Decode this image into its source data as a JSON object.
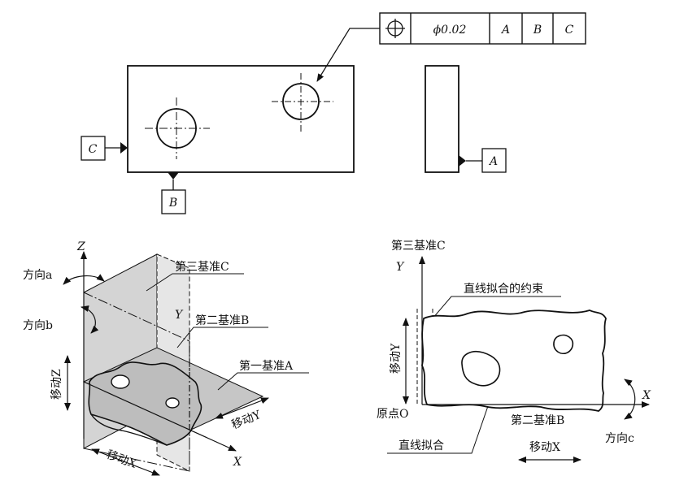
{
  "fcf": {
    "tolerance": "ϕ0.02",
    "datum_primary": "A",
    "datum_secondary": "B",
    "datum_tertiary": "C"
  },
  "datum_markers": {
    "c": "C",
    "b": "B",
    "a": "A"
  },
  "iso_view": {
    "axis_z": "Z",
    "axis_y": "Y",
    "axis_x": "X",
    "direction_a": "方向a",
    "direction_b": "方向b",
    "third_datum": "第三基准C",
    "second_datum": "第二基准B",
    "first_datum": "第一基准A",
    "move_z": "移动Z",
    "move_y": "移动Y",
    "move_x": "移动X"
  },
  "plan_view": {
    "third_datum": "第三基准C",
    "axis_y": "Y",
    "line_fit_constraint": "直线拟合的约束",
    "move_y": "移动Y",
    "origin": "原点O",
    "second_datum": "第二基准B",
    "axis_x": "X",
    "line_fit": "直线拟合",
    "move_x": "移动X",
    "direction_c": "方向c"
  }
}
